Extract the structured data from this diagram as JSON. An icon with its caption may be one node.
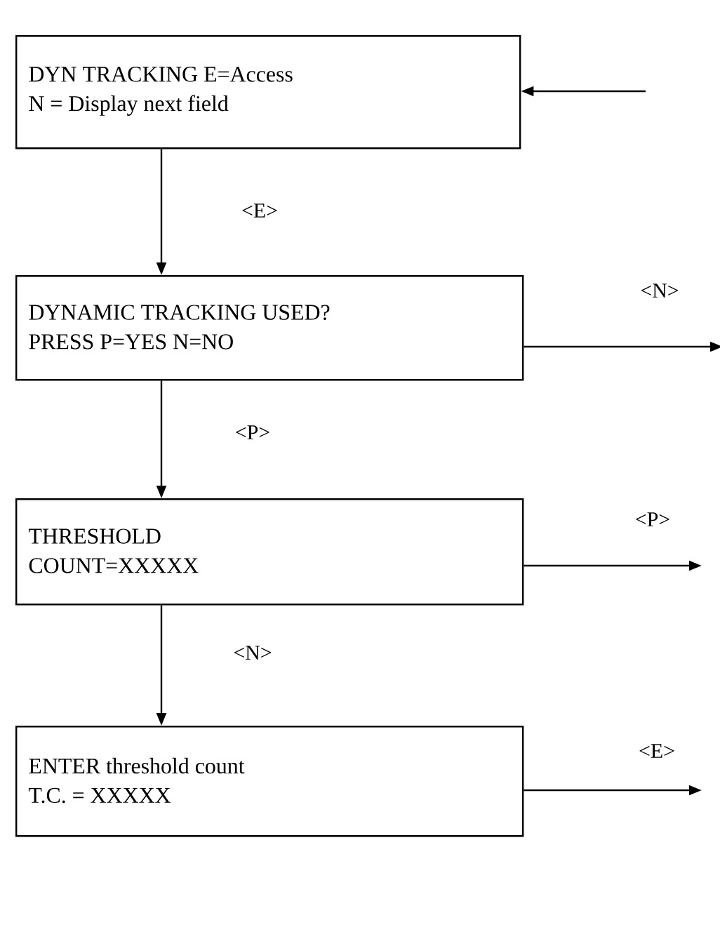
{
  "diagram": {
    "nodes": [
      {
        "text": [
          "DYN TRACKING  E=Access",
          "N = Display next field"
        ]
      },
      {
        "text": [
          "DYNAMIC TRACKING USED?",
          "PRESS P=YES  N=NO"
        ]
      },
      {
        "text": [
          "THRESHOLD",
          "COUNT=XXXXX"
        ]
      },
      {
        "text": [
          "ENTER threshold count",
          "T.C. = XXXXX"
        ]
      }
    ],
    "edges": [
      {
        "from": null,
        "to": 0,
        "arrow": "to"
      },
      {
        "from": 0,
        "to": 1,
        "arrow": "to",
        "label": "<E>"
      },
      {
        "from": 1,
        "to": null,
        "arrow": "to",
        "label": "<N>"
      },
      {
        "from": 1,
        "to": 2,
        "arrow": "to",
        "label": "<P>"
      },
      {
        "from": 2,
        "to": null,
        "arrow": "to",
        "label": "<P>"
      },
      {
        "from": 2,
        "to": 3,
        "arrow": "to",
        "label": "<N>"
      },
      {
        "from": 3,
        "to": null,
        "arrow": "to",
        "label": "<E>"
      }
    ]
  }
}
